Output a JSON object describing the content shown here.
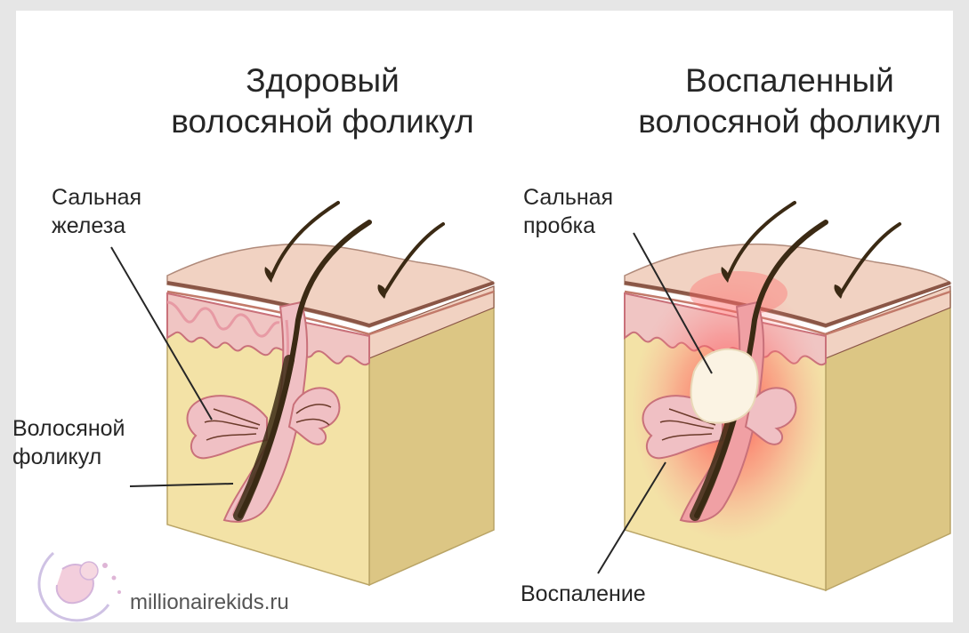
{
  "healthy": {
    "title_line1": "Здоровый",
    "title_line2": "волосяной фоликул",
    "label_gland_line1": "Сальная",
    "label_gland_line2": "железа",
    "label_follicle_line1": "Волосяной",
    "label_follicle_line2": "фоликул"
  },
  "inflamed": {
    "title_line1": "Воспаленный",
    "title_line2": "волосяной фоликул",
    "label_plug_line1": "Сальная",
    "label_plug_line2": "пробка",
    "label_inflammation": "Воспаление"
  },
  "watermark": {
    "text": "millionairekids.ru"
  },
  "colors": {
    "background": "#e6e6e6",
    "panel": "#ffffff",
    "dermis": "#f3e2a6",
    "dermis_side": "#dcc684",
    "epidermis": "#f1d2c2",
    "stratum_dark": "#8a5646",
    "pink_layer": "#e79aa4",
    "hair": "#3b2a14",
    "inflammation": "#ff4a4a",
    "plug": "#fbf3e3"
  }
}
